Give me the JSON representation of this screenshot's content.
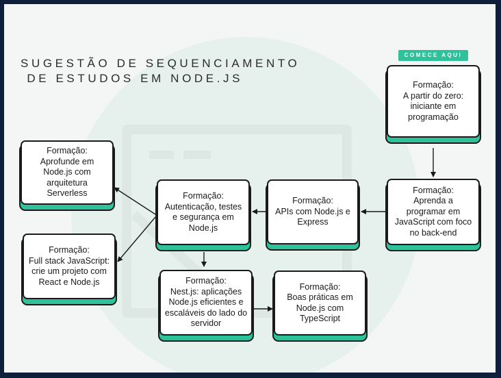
{
  "title_lines": [
    "SUGESTÃO DE SEQUENCIAMENTO",
    " DE ESTUDOS EM NODE.JS"
  ],
  "start_badge": "COMECE AQUI",
  "cards": {
    "zero": {
      "heading": "Formação:",
      "lines": [
        "A partir do zero:",
        "iniciante em",
        "programação"
      ]
    },
    "javascript": {
      "heading": "Formação:",
      "lines": [
        "Aprenda a",
        "programar em",
        "JavaScript com foco",
        "no back-end"
      ]
    },
    "apis": {
      "heading": "Formação:",
      "lines": [
        "APIs com Node.js e",
        "Express"
      ]
    },
    "auth": {
      "heading": "Formação:",
      "lines": [
        "Autenticação, testes",
        "e segurança em",
        "Node.js"
      ]
    },
    "serverless": {
      "heading": "Formação:",
      "lines": [
        "Aprofunde em",
        "Node.js com",
        "arquitetura",
        "Serverless"
      ]
    },
    "fullstack": {
      "heading": "Formação:",
      "lines": [
        "Full stack JavaScript:",
        "crie um projeto com",
        "React e Node.js"
      ]
    },
    "nestjs": {
      "heading": "Formação:",
      "lines": [
        "Nest.js: aplicações",
        "Node.js eficientes e",
        "escaláveis do lado do",
        "servidor"
      ]
    },
    "boas": {
      "heading": "Formação:",
      "lines": [
        "Boas práticas em",
        "Node.js com",
        "TypeScript"
      ]
    }
  },
  "colors": {
    "accent": "#2fc29a",
    "frame": "#0f1e3a",
    "ink": "#1a1a1a",
    "background": "#f3f6f5"
  }
}
